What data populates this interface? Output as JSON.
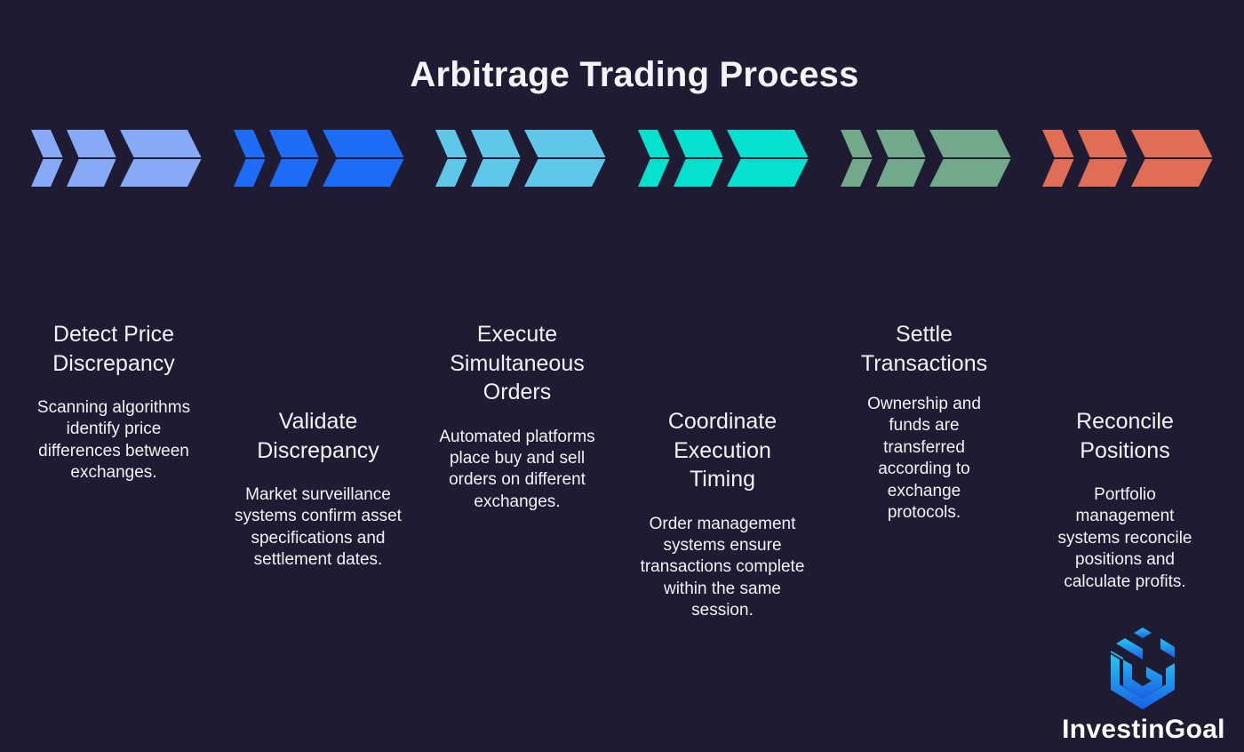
{
  "title": "Arbitrage Trading Process",
  "steps": [
    {
      "title": "Detect Price Discrepancy",
      "description": "Scanning algorithms identify price differences between exchanges.",
      "color": "#87aaf7"
    },
    {
      "title": "Validate Discrepancy",
      "description": "Market surveillance systems confirm asset specifications and settlement dates.",
      "color": "#1d6cf5"
    },
    {
      "title": "Execute Simultaneous Orders",
      "description": "Automated platforms place buy and sell orders on different exchanges.",
      "color": "#5ec7ea"
    },
    {
      "title": "Coordinate Execution Timing",
      "description": "Order management systems ensure transactions complete within the same session.",
      "color": "#06e0cf"
    },
    {
      "title": "Settle Transactions",
      "description": "Ownership and funds are transferred according to exchange protocols.",
      "color": "#72a98a"
    },
    {
      "title": "Reconcile Positions",
      "description": "Portfolio management systems reconcile positions and calculate profits.",
      "color": "#e06d55"
    }
  ],
  "logo": {
    "text": "InvestinGoal",
    "icon": "investingoal-logo-icon"
  }
}
